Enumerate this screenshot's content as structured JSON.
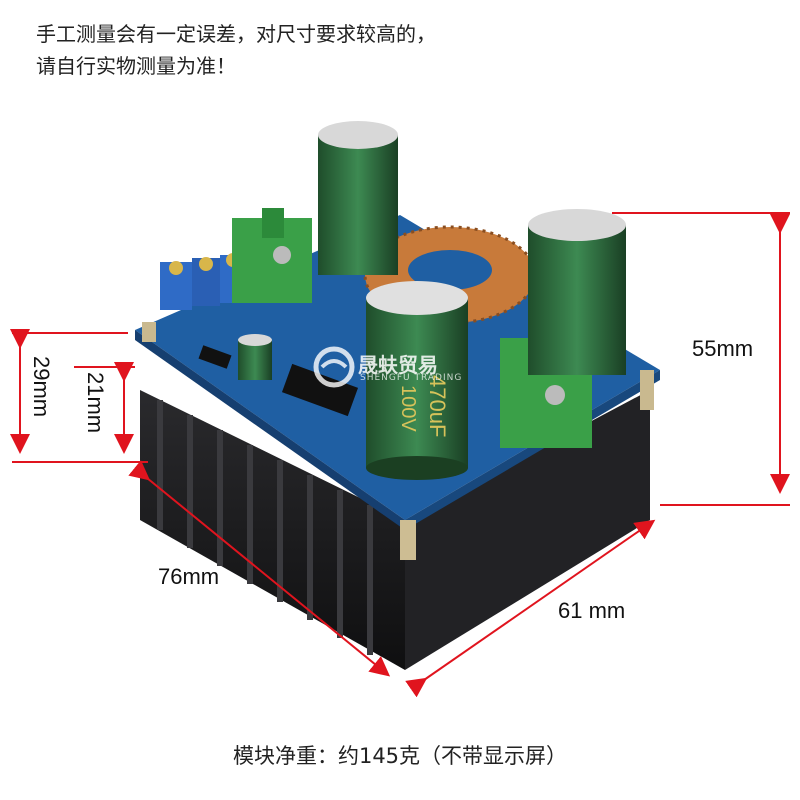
{
  "note": {
    "line1": "手工测量会有一定误差，对尺寸要求较高的，",
    "line2": "请自行实物测量为准！"
  },
  "dimensions": {
    "height_total": "55mm",
    "height_board": "29mm",
    "height_heatsink": "21mm",
    "length": "76mm",
    "width": "61 mm"
  },
  "watermark": {
    "name": "晟蚨贸易",
    "sub": "SHENGFU TRADING"
  },
  "capacitor_marking": {
    "capacitance": "470uF",
    "voltage": "100V"
  },
  "footer": "模块净重：约145克（不带显示屏）",
  "colors": {
    "arrow": "#e0141e",
    "pcb": "#1f5fa3",
    "heatsink": "#1b1b1d",
    "capacitor": "#2e6b3c",
    "terminal": "#3aa048",
    "coil": "#c87a3a"
  }
}
